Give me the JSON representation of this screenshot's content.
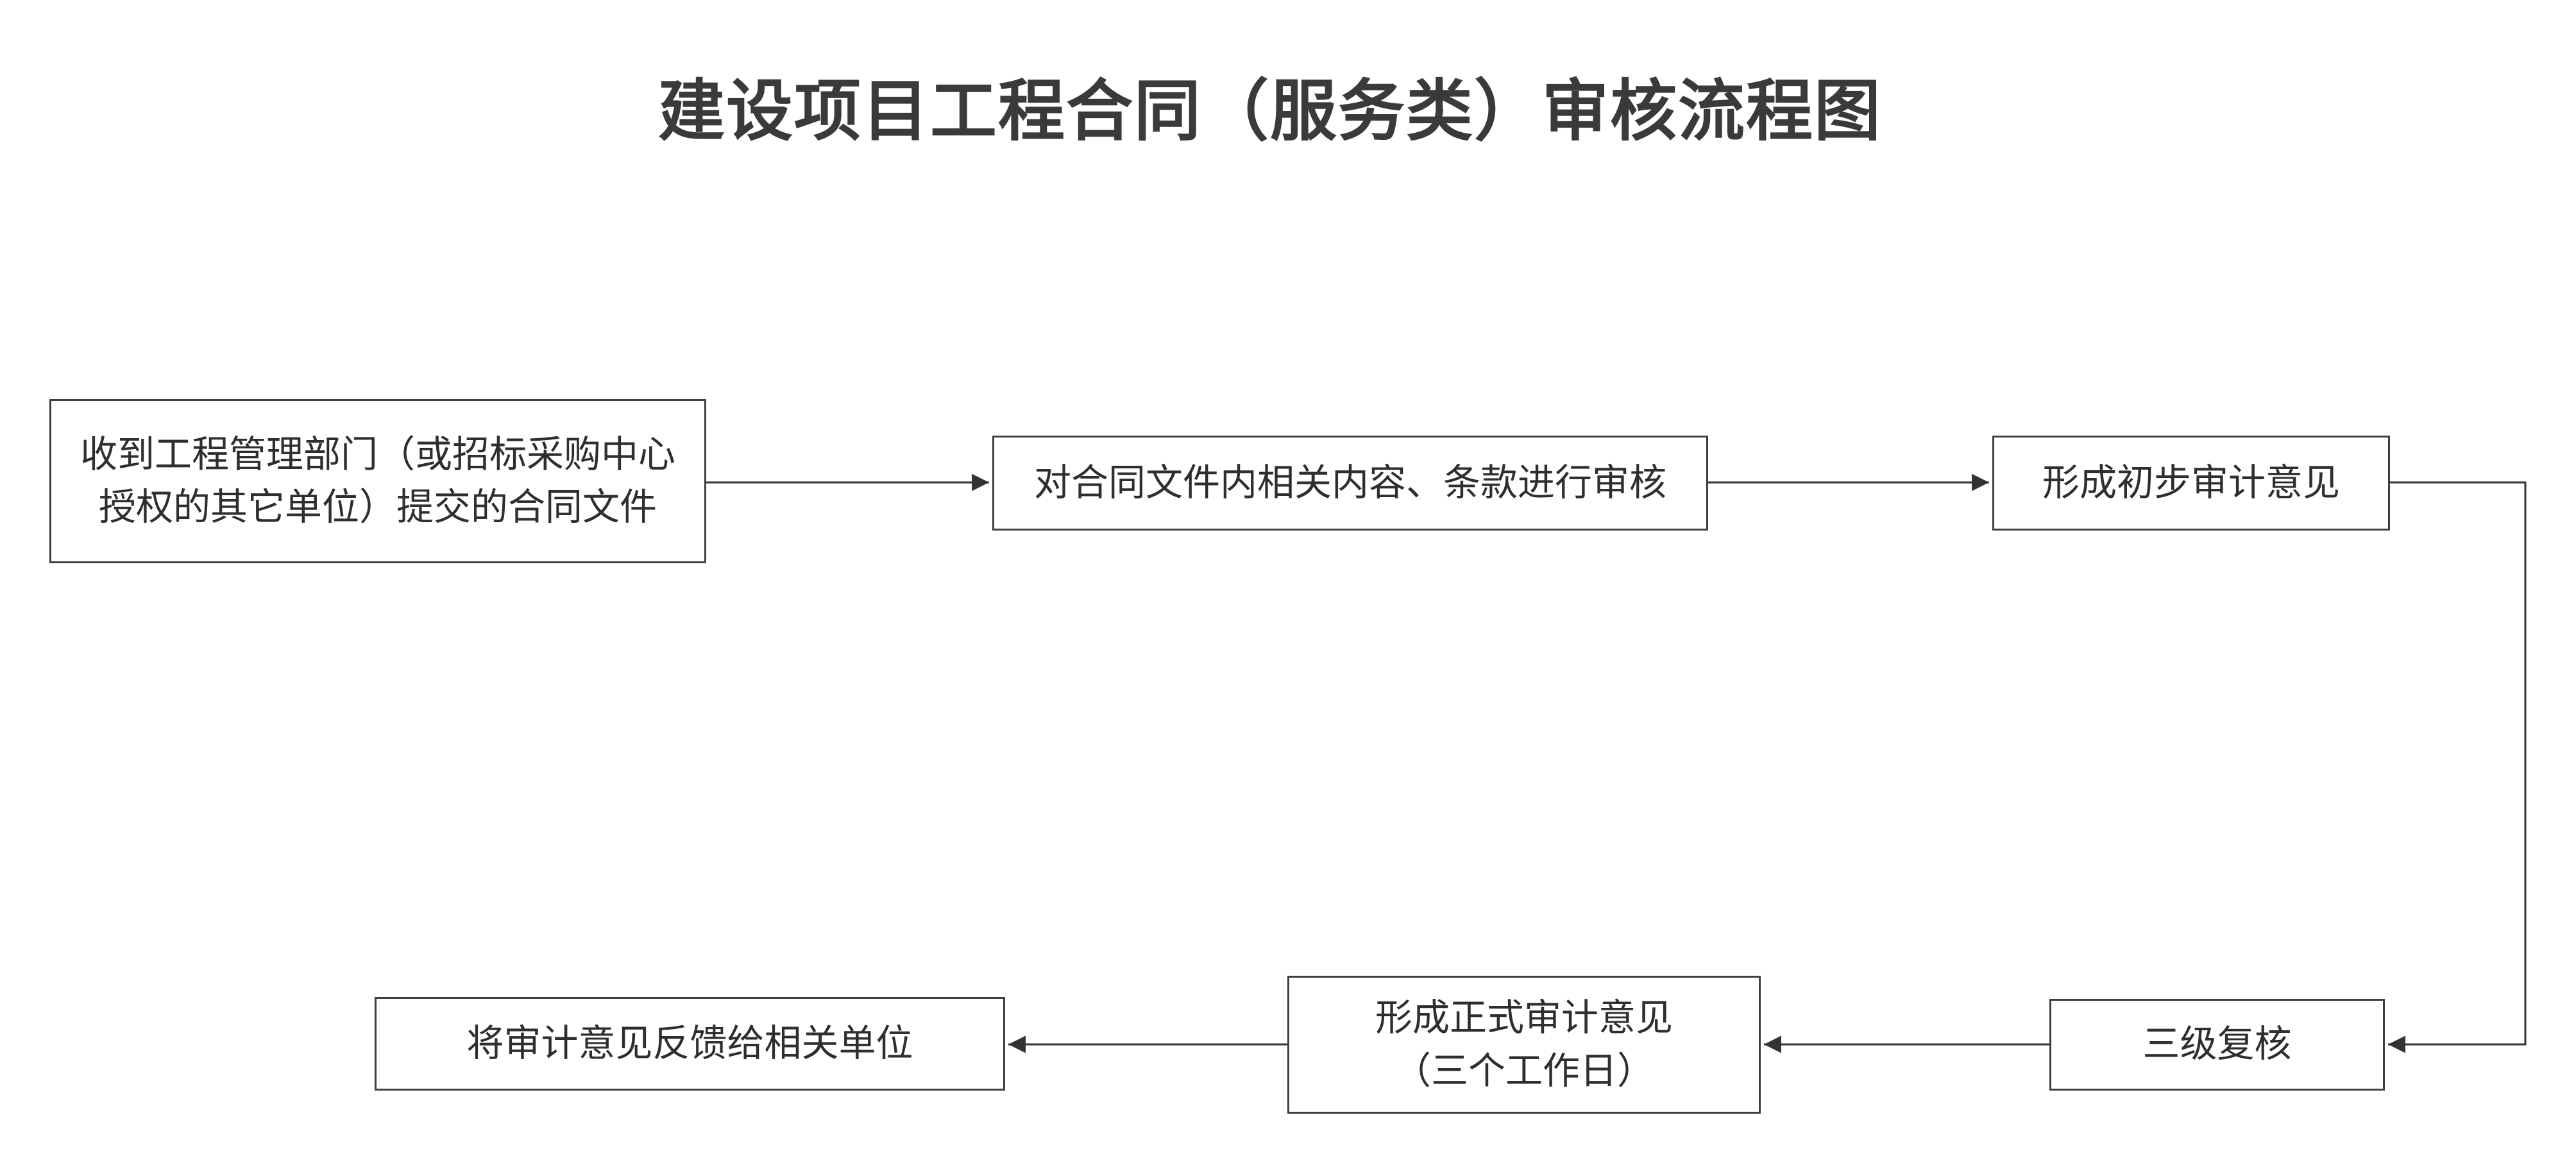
{
  "title": "建设项目工程合同（服务类）审核流程图",
  "nodes": {
    "receive": {
      "line1": "收到工程管理部门（或招标采购中心",
      "line2": "授权的其它单位）提交的合同文件"
    },
    "review": {
      "label": "对合同文件内相关内容、条款进行审核"
    },
    "preliminary": {
      "label": "形成初步审计意见"
    },
    "three_level": {
      "label": "三级复核"
    },
    "formal": {
      "line1": "形成正式审计意见",
      "line2": "（三个工作日）"
    },
    "feedback": {
      "label": "将审计意见反馈给相关单位"
    }
  },
  "edges": [
    {
      "from": "receive",
      "to": "review"
    },
    {
      "from": "review",
      "to": "preliminary"
    },
    {
      "from": "preliminary",
      "to": "three_level"
    },
    {
      "from": "three_level",
      "to": "formal"
    },
    {
      "from": "formal",
      "to": "feedback"
    }
  ],
  "colors": {
    "border": "#3f3f3f",
    "line": "#333333",
    "text": "#2e2e2e",
    "title": "#3a3a3a",
    "background": "#ffffff"
  }
}
